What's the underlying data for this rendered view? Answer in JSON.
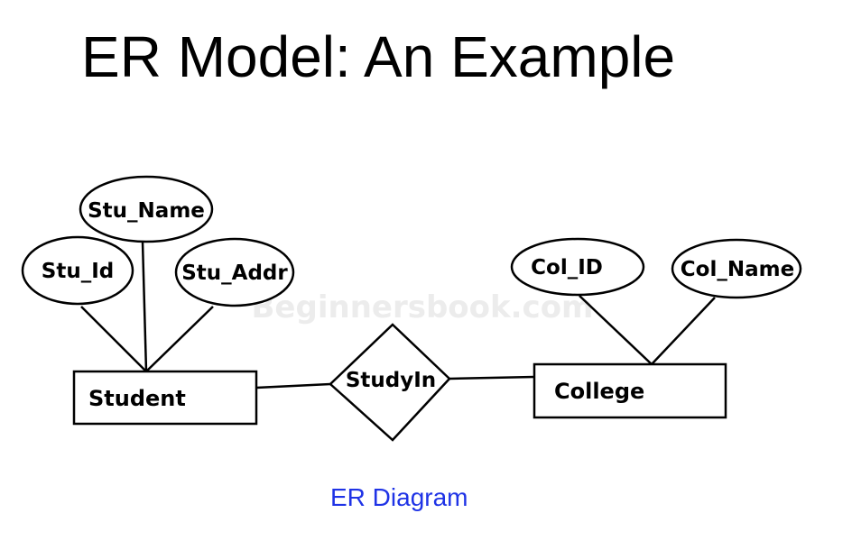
{
  "slide": {
    "title": "ER Model: An Example",
    "caption": "ER Diagram",
    "caption_color": "#1f33e6",
    "watermark": "Beginnersbook.com"
  },
  "diagram": {
    "entities": {
      "student": "Student",
      "college": "College"
    },
    "relationship": "StudyIn",
    "attributes": {
      "stu_name": "Stu_Name",
      "stu_id": "Stu_Id",
      "stu_addr": "Stu_Addr",
      "col_id": "Col_ID",
      "col_name": "Col_Name"
    }
  }
}
